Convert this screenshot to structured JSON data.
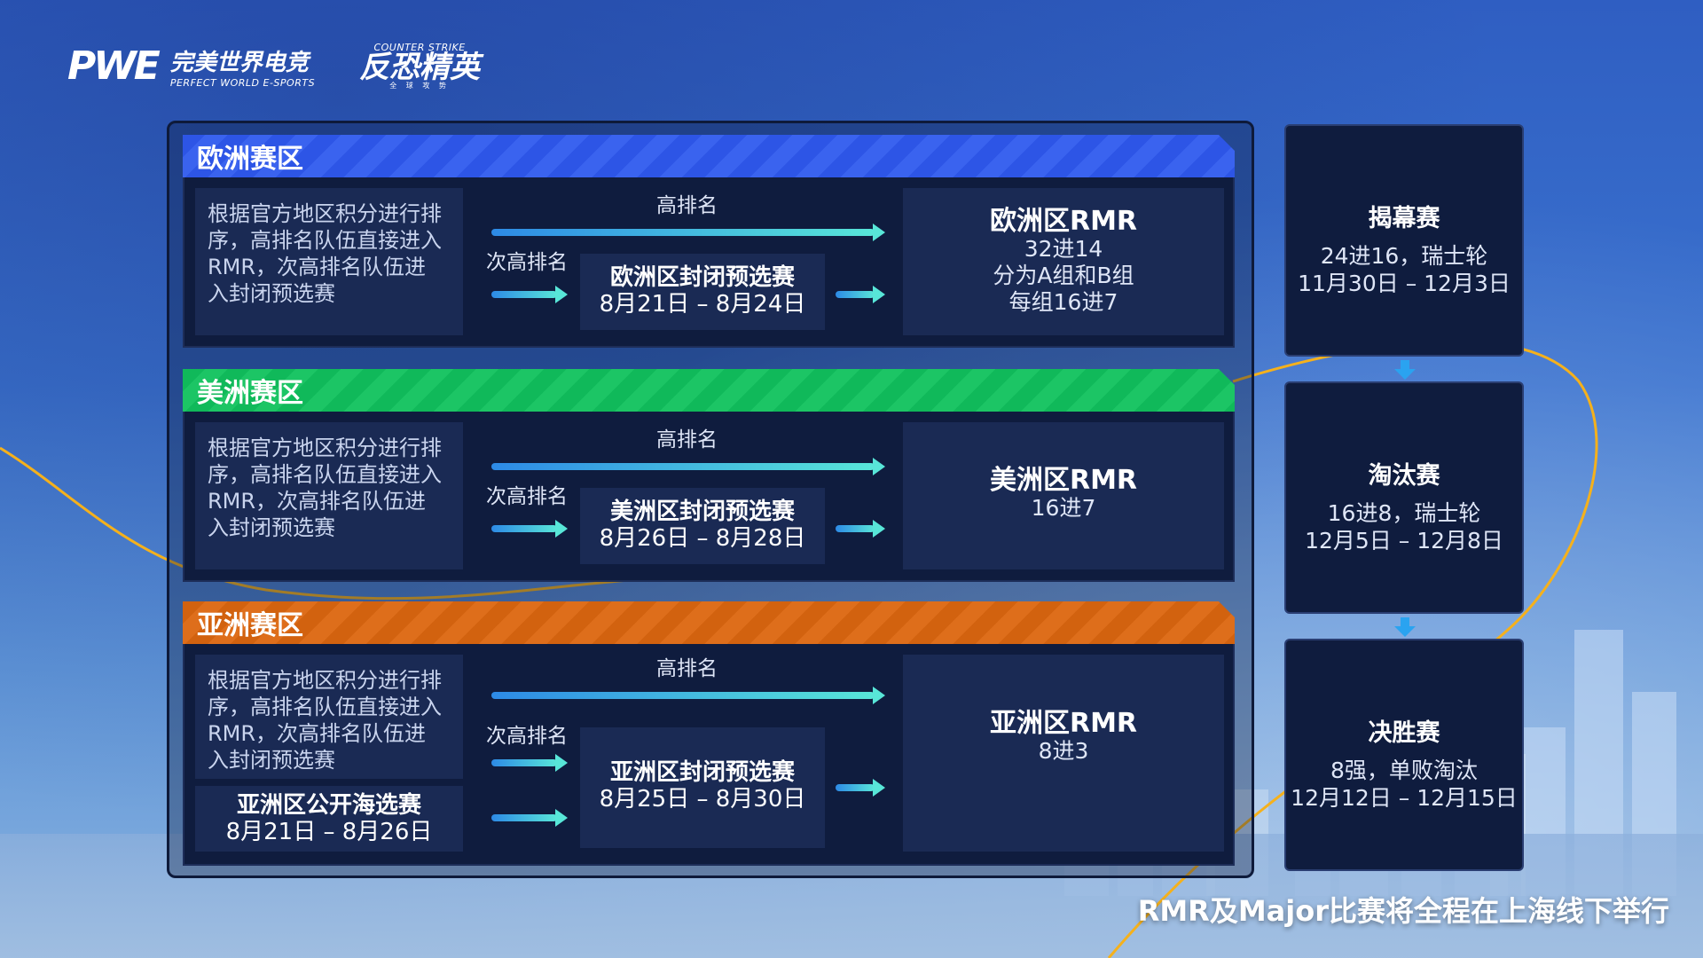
{
  "logos": {
    "pwe_mark": "PWE",
    "pwe_cn": "完美世界电竞",
    "pwe_en": "PERFECT WORLD E-SPORTS",
    "cs_top": "COUNTER STRIKE",
    "cs_cn": "反恐精英",
    "cs_sub": "全 球 攻 势"
  },
  "colors": {
    "europe": "#2d55e6",
    "america": "#10b95a",
    "asia": "#d2620f",
    "panel": "#0f1c3e",
    "arrow": "#58e6d8",
    "curve": "#f5b11c"
  },
  "regions": {
    "europe": {
      "title": "欧洲赛区",
      "desc": [
        "根据官方地区积分进行排",
        "序，高排名队伍直接进入",
        "RMR，次高排名队伍进",
        "入封闭预选赛"
      ],
      "high_rank": "高排名",
      "second_rank": "次高排名",
      "qualifier": "欧洲区封闭预选赛",
      "qualifier_date": "8月21日 – 8月24日",
      "rmr_title": "欧洲区RMR",
      "rmr_lines": [
        "32进14",
        "分为A组和B组",
        "每组16进7"
      ]
    },
    "america": {
      "title": "美洲赛区",
      "desc": [
        "根据官方地区积分进行排",
        "序，高排名队伍直接进入",
        "RMR，次高排名队伍进",
        "入封闭预选赛"
      ],
      "high_rank": "高排名",
      "second_rank": "次高排名",
      "qualifier": "美洲区封闭预选赛",
      "qualifier_date": "8月26日 – 8月28日",
      "rmr_title": "美洲区RMR",
      "rmr_lines": [
        "16进7"
      ]
    },
    "asia": {
      "title": "亚洲赛区",
      "desc": [
        "根据官方地区积分进行排",
        "序，高排名队伍直接进入",
        "RMR，次高排名队伍进",
        "入封闭预选赛"
      ],
      "high_rank": "高排名",
      "second_rank": "次高排名",
      "open": "亚洲区公开海选赛",
      "open_date": "8月21日 – 8月26日",
      "qualifier": "亚洲区封闭预选赛",
      "qualifier_date": "8月25日 – 8月30日",
      "rmr_title": "亚洲区RMR",
      "rmr_lines": [
        "8进3"
      ]
    }
  },
  "stages": [
    {
      "name": "揭幕赛",
      "format": "24进16，瑞士轮",
      "date": "11月30日 – 12月3日"
    },
    {
      "name": "淘汰赛",
      "format": "16进8，瑞士轮",
      "date": "12月5日 – 12月8日"
    },
    {
      "name": "决胜赛",
      "format": "8强，单败淘汰",
      "date": "12月12日 – 12月15日"
    }
  ],
  "icons": {
    "stage_connector": "arrow-down-icon"
  },
  "footer": "RMR及Major比赛将全程在上海线下举行"
}
